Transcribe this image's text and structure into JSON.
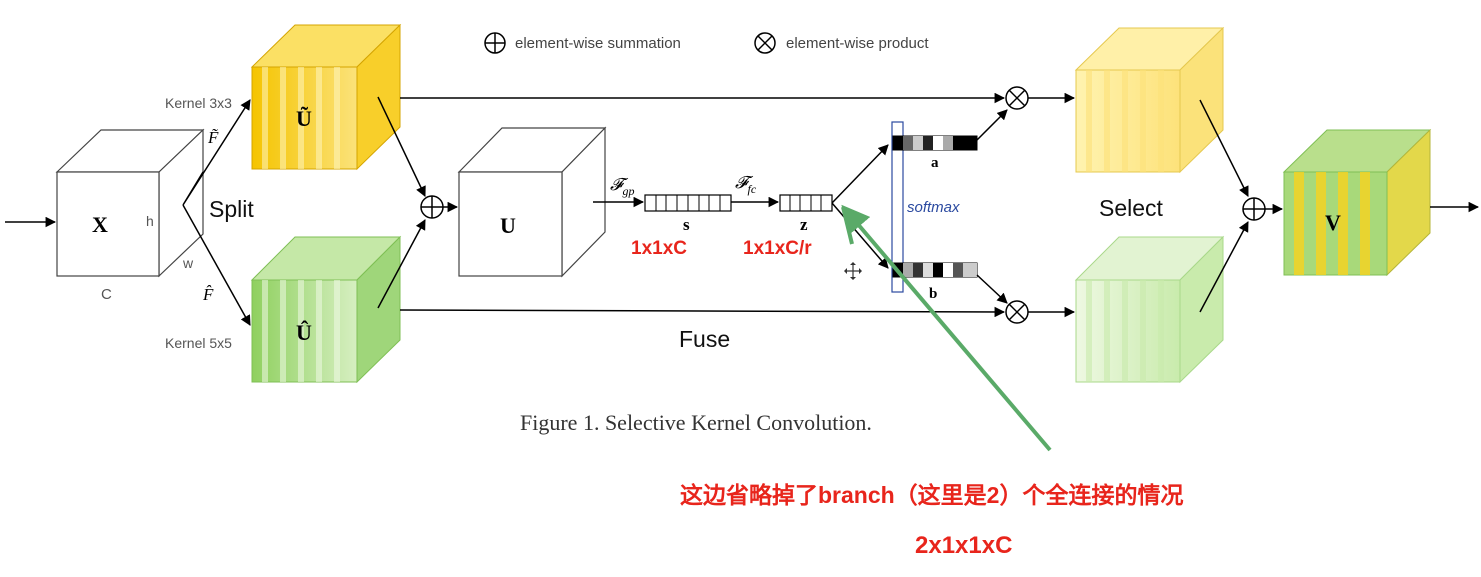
{
  "legend": {
    "sum_label": "element-wise summation",
    "product_label": "element-wise product"
  },
  "input": {
    "label": "X",
    "dim_h": "h",
    "dim_w": "w",
    "dim_c": "C"
  },
  "split": {
    "label": "Split",
    "kernel_top": "Kernel 3x3",
    "kernel_bottom": "Kernel 5x5",
    "op_top": "F̃",
    "op_bottom": "F̂",
    "cube_top": "Ũ",
    "cube_bottom": "Û"
  },
  "fuse": {
    "label": "Fuse",
    "cube": "U",
    "gp_op": "𝓕",
    "gp_sub": "gp",
    "fc_op": "𝓕",
    "fc_sub": "fc",
    "s_label": "s",
    "z_label": "z",
    "s_dim": "1x1xC",
    "z_dim": "1x1xC/r"
  },
  "select": {
    "label": "Select",
    "softmax": "softmax",
    "a_label": "a",
    "b_label": "b",
    "output": "V"
  },
  "caption": "Figure 1. Selective Kernel Convolution.",
  "annotation": {
    "line1": "这边省略掉了branch（这里是2）个全连接的情况",
    "line2": "2x1x1xC"
  },
  "colors": {
    "yellow": "#f7d21e",
    "green": "#9fd67a",
    "annotation_red": "#e8251c",
    "arrow_green": "#5aaa68",
    "softmax_blue": "#2b4aa0"
  }
}
